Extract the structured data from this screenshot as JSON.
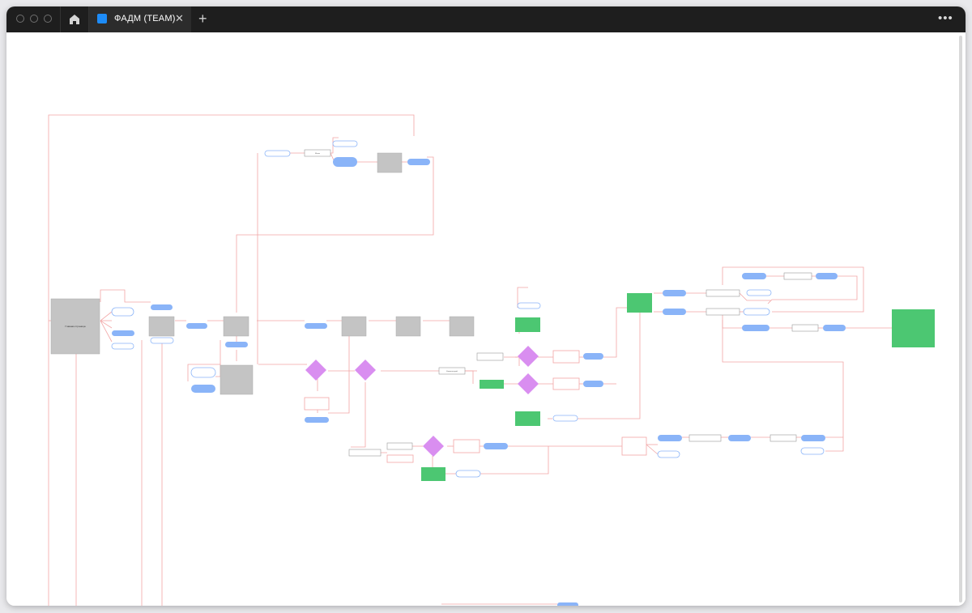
{
  "window": {
    "tab_title": "ФАДМ (TEAM)",
    "tab_close": "✕",
    "new_tab": "+",
    "menu": "•••"
  },
  "canvas": {
    "main_page": "Главная страница",
    "menu": "Меню",
    "comment": "Комментарий"
  },
  "colors": {
    "connector": "#f2a5a5",
    "pill_blue": "#8ab4f8",
    "screen_gray": "#c4c4c4",
    "screen_green": "#4cc772",
    "decision": "#d98ef0"
  }
}
